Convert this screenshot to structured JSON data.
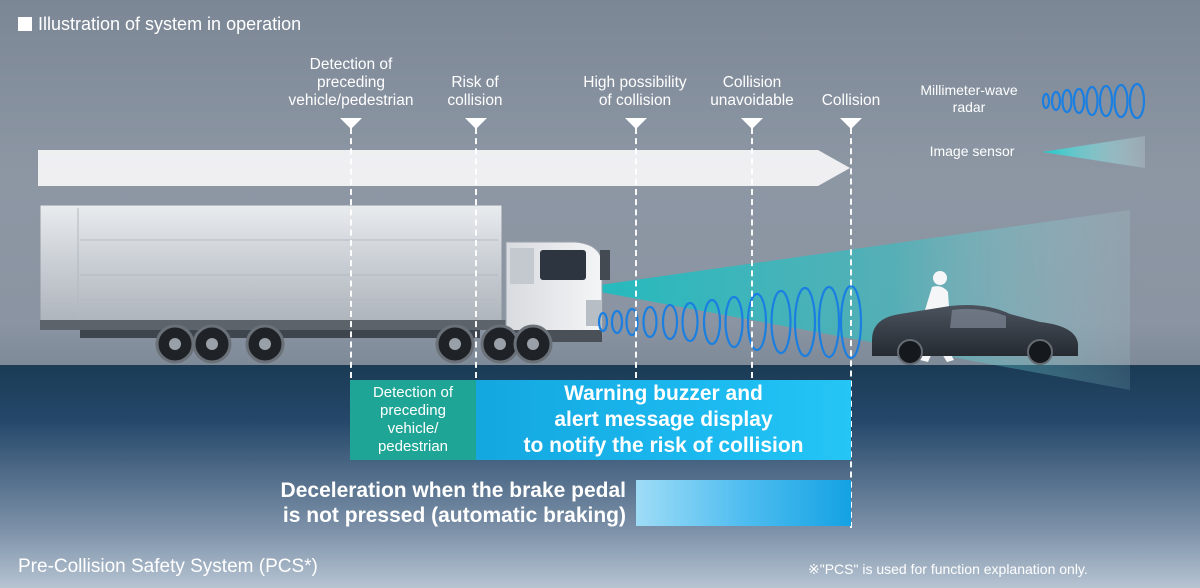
{
  "header": {
    "title": "Illustration of system in operation"
  },
  "stages": [
    {
      "id": "detection",
      "label": "Detection of\npreceding\nvehicle/pedestrian"
    },
    {
      "id": "risk",
      "label": "Risk of\ncollision"
    },
    {
      "id": "high",
      "label": "High possibility\nof collision"
    },
    {
      "id": "unavoidable",
      "label": "Collision\nunavoidable"
    },
    {
      "id": "collision",
      "label": "Collision"
    }
  ],
  "legend": {
    "radar": "Millimeter-wave\nradar",
    "image_sensor": "Image sensor"
  },
  "boxes": {
    "detection": "Detection of\npreceding\nvehicle/\npedestrian",
    "warning": "Warning buzzer and\nalert message display\nto notify the risk of collision",
    "deceleration": "Deceleration when the brake pedal\nis not pressed (automatic braking)"
  },
  "footer": {
    "title": "Pre-Collision Safety System (PCS*)",
    "note": "※\"PCS\" is used for function explanation only."
  },
  "colors": {
    "teal_box": "#1fa596",
    "blue_box": "#14a7e0",
    "sensor_beam": "#1ec8c8",
    "radar_wave": "#1a7fe0"
  }
}
